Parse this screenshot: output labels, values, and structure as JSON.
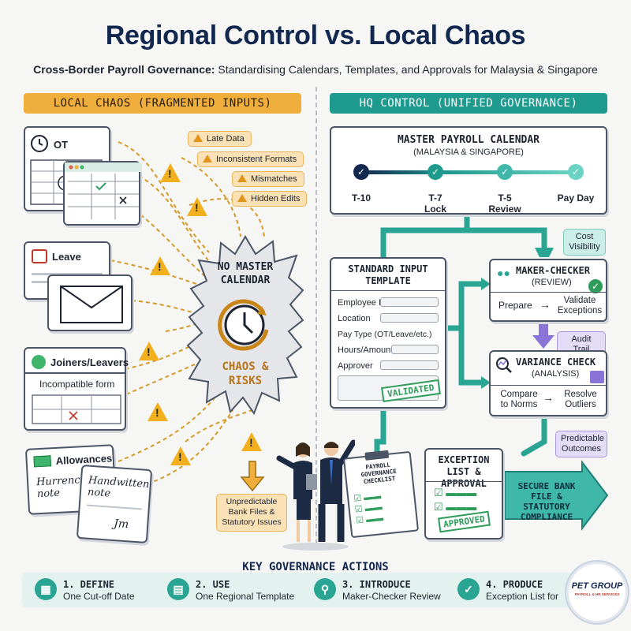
{
  "title": "Regional Control vs. Local Chaos",
  "subtitle_bold": "Cross-Border Payroll Governance:",
  "subtitle_rest": " Standardising Calendars, Templates, and Approvals for Malaysia & Singapore",
  "left": {
    "banner": "LOCAL CHAOS (FRAGMENTED INPUTS)",
    "cards": {
      "ot": "OT",
      "leave": "Leave",
      "joiners": "Joiners/Leavers",
      "incompatible": "Incompatible form",
      "allowances": "Allowances",
      "note1": "Hurrency note",
      "note2": "Handwitten note",
      "signature": "Jm"
    },
    "issues": [
      "Late Data",
      "Inconsistent Formats",
      "Mismatches",
      "Hidden Edits"
    ],
    "burst_top": "NO MASTER CALENDAR",
    "burst_bottom": "CHAOS & RISKS",
    "outcome": "Unpredictable Bank Files & Statutory Issues"
  },
  "right": {
    "banner": "HQ CONTROL (UNIFIED GOVERNANCE)",
    "calendar": {
      "title": "MASTER PAYROLL CALENDAR",
      "subtitle": "(MALAYSIA & SINGAPORE)",
      "steps": [
        {
          "label": "T-10",
          "sub": ""
        },
        {
          "label": "T-7",
          "sub": "Lock"
        },
        {
          "label": "T-5",
          "sub": "Review"
        },
        {
          "label": "Pay Day",
          "sub": ""
        }
      ]
    },
    "cost_visibility": "Cost Visibility",
    "template": {
      "title": "STANDARD INPUT TEMPLATE",
      "fields": [
        "Employee ID",
        "Location",
        "Pay Type (OT/Leave/etc.)",
        "Hours/Amount",
        "Approver"
      ],
      "stamp": "VALIDATED"
    },
    "maker": {
      "title": "MAKER-CHECKER",
      "sub": "(REVIEW)",
      "from": "Prepare",
      "to": "Validate Exceptions"
    },
    "audit_trail": "Audit Trail",
    "variance": {
      "title": "VARIANCE CHECK",
      "sub": "(ANALYSIS)",
      "from": "Compare to Norms",
      "to": "Resolve Outliers"
    },
    "predictable": "Predictable Outcomes",
    "checklist": "PAYROLL GOVERNANCE CHECKLIST",
    "exception": {
      "title": "EXCEPTION LIST & APPROVAL",
      "stamp": "APPROVED"
    },
    "secure": "SECURE BANK FILE & STATUTORY COMPLIANCE"
  },
  "actions": {
    "title": "KEY GOVERNANCE ACTIONS",
    "items": [
      {
        "title": "1. DEFINE",
        "sub": "One Cut-off Date",
        "icon": "calendar-icon"
      },
      {
        "title": "2. USE",
        "sub": "One Regional Template",
        "icon": "document-icon"
      },
      {
        "title": "3. INTRODUCE",
        "sub": "Maker-Checker Review",
        "icon": "people-search-icon"
      },
      {
        "title": "4. PRODUCE",
        "sub": "Exception List for",
        "icon": "check-icon"
      }
    ]
  },
  "logo": {
    "name": "PET GROUP",
    "tagline": "PAYROLL & HR SERVICES"
  },
  "colors": {
    "navy": "#13284f",
    "orange": "#f0ae3c",
    "teal": "#1f9a8e",
    "purple": "#8a74d8"
  }
}
